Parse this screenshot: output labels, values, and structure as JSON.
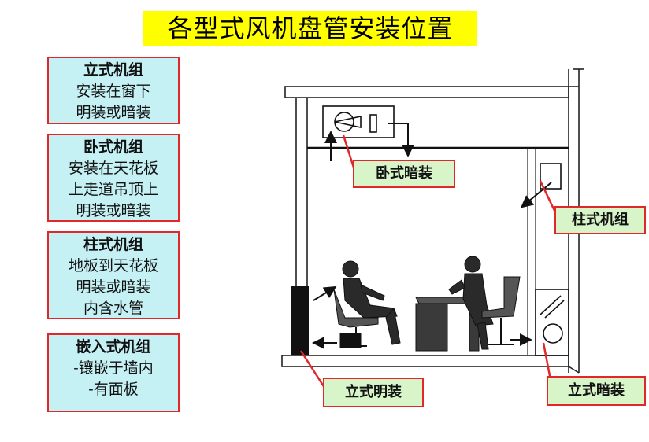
{
  "title": "各型式风机盘管安装位置",
  "cards": [
    {
      "title": "立式机组",
      "lines": [
        "安装在窗下",
        "明装或暗装"
      ]
    },
    {
      "title": "卧式机组",
      "lines": [
        "安装在天花板",
        "上走道吊顶上",
        "明装或暗装"
      ]
    },
    {
      "title": "柱式机组",
      "lines": [
        "地板到天花板",
        "明装或暗装",
        "内含水管"
      ]
    },
    {
      "title": "嵌入式机组",
      "lines": [
        "-镶嵌于墙内",
        "-有面板"
      ]
    }
  ],
  "callouts": {
    "horizontal_concealed": "卧式暗装",
    "column_unit": "柱式机组",
    "vertical_exposed": "立式明装",
    "vertical_concealed": "立式暗装"
  },
  "colors": {
    "title_bg": "#ffff00",
    "card_bg": "#c5f1f5",
    "label_bg": "#d7f5c8",
    "border": "#e0282a"
  }
}
